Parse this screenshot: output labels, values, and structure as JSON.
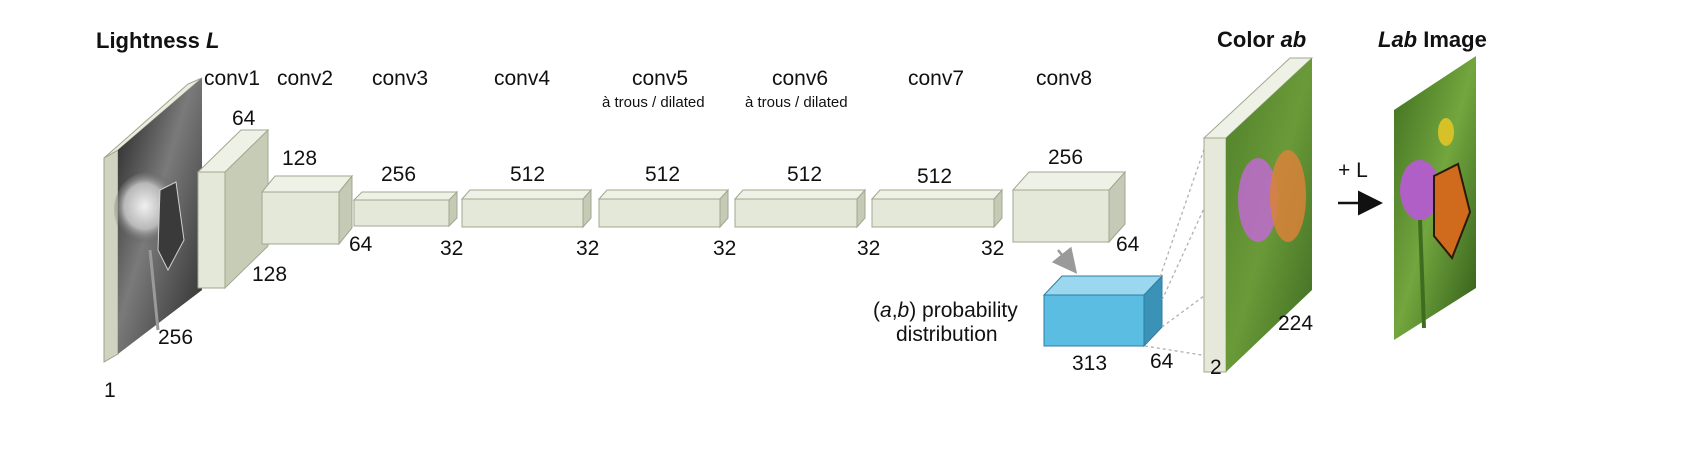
{
  "titles": {
    "lightness_prefix": "Lightness ",
    "lightness_var": "L",
    "color_prefix": "Color ",
    "color_var": "ab",
    "lab_var": "Lab",
    "lab_suffix": " Image"
  },
  "layers": {
    "conv1": "conv1",
    "conv2": "conv2",
    "conv3": "conv3",
    "conv4": "conv4",
    "conv5": "conv5",
    "conv6": "conv6",
    "conv7": "conv7",
    "conv8": "conv8",
    "dilated_note": "à trous / dilated"
  },
  "dims": {
    "input_depth": "1",
    "input_size": "256",
    "conv1_channels": "64",
    "conv1_size": "128",
    "conv2_channels": "128",
    "conv2_size": "64",
    "conv3_channels": "256",
    "conv3_size": "32",
    "conv4_channels": "512",
    "conv4_size": "32",
    "conv5_channels": "512",
    "conv5_size": "32",
    "conv6_channels": "512",
    "conv6_size": "32",
    "conv7_channels": "512",
    "conv7_size": "32",
    "conv8_channels": "256",
    "conv8_size": "64",
    "prob_bins": "313",
    "prob_size": "64",
    "ab_depth": "2",
    "ab_size": "224"
  },
  "prob_label": {
    "line1_open": "(",
    "line1_a": "a",
    "line1_comma": ",",
    "line1_b": "b",
    "line1_rest": ") probability",
    "line2": "distribution"
  },
  "plus_l": "+ L",
  "colors": {
    "block_front": "#e4e8d8",
    "block_side": "#c5cab6",
    "block_top": "#eef1e6",
    "block_stroke": "#a2a78f",
    "prob_front": "#5bbde2",
    "prob_side": "#3a93b7",
    "prob_top": "#9bd8ef",
    "prob_stroke": "#2d7ea2"
  }
}
